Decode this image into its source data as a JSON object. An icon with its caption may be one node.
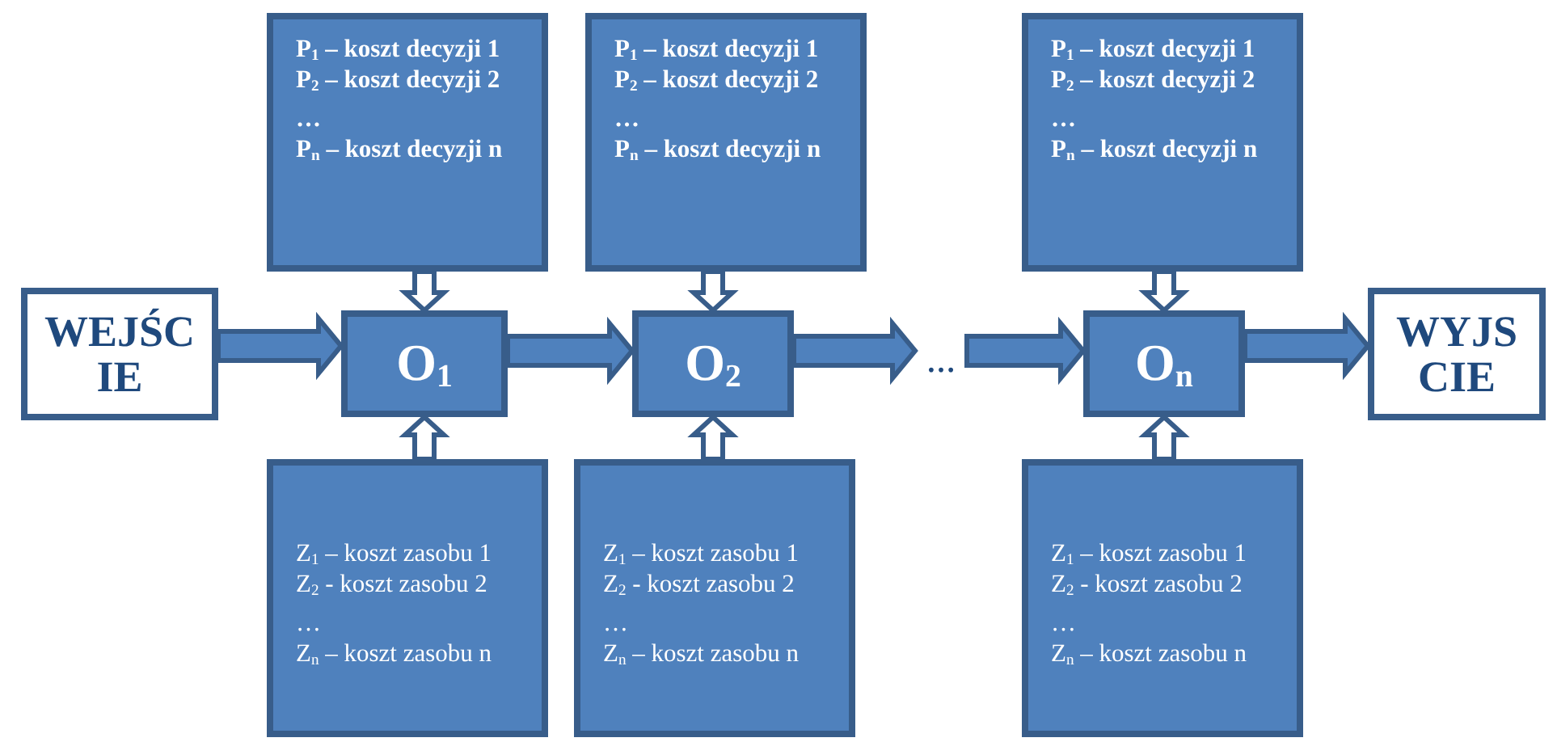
{
  "diagram": {
    "nodes": [
      {
        "text": [
          "WEJŚC IE"
        ]
      },
      {
        "text": [
          "P$_{1}$ – koszt decyzji 1",
          "P$_{2}$ – koszt decyzji 2",
          "…",
          "P$_{n}$ – koszt decyzji n"
        ]
      },
      {
        "text": [
          "O$_{1}$"
        ]
      },
      {
        "text": [
          "Z$_{1}$ – koszt zasobu 1",
          "Z$_{2}$ - koszt zasobu 2",
          "…",
          "Z$_{n}$ – koszt zasobu n"
        ]
      },
      {
        "text": [
          "P$_{1}$ – koszt decyzji 1",
          "P$_{2}$ – koszt decyzji 2",
          "…",
          "P$_{n}$ – koszt decyzji n"
        ]
      },
      {
        "text": [
          "O$_{2}$"
        ]
      },
      {
        "text": [
          "Z$_{1}$ – koszt zasobu 1",
          "Z$_{2}$ - koszt zasobu 2",
          "…",
          "Z$_{n}$ – koszt zasobu n"
        ]
      },
      {
        "text": [
          "…"
        ]
      },
      {
        "text": [
          "P$_{1}$ – koszt decyzji 1",
          "P$_{2}$ – koszt decyzji 2",
          "…",
          "P$_{n}$ – koszt decyzji n"
        ]
      },
      {
        "text": [
          "O$_{n}$"
        ]
      },
      {
        "text": [
          "Z$_{1}$ – koszt zasobu 1",
          "Z$_{2}$ - koszt zasobu 2",
          "…",
          "Z$_{n}$ – koszt zasobu n"
        ]
      },
      {
        "text": [
          "WYJS CIE"
        ]
      }
    ],
    "edges": [
      {
        "from": 0,
        "to": 2,
        "arrow": "to"
      },
      {
        "from": 1,
        "to": 2,
        "arrow": "to",
        "color": "#ffffff"
      },
      {
        "from": 3,
        "to": 2,
        "arrow": "to",
        "color": "#ffffff"
      },
      {
        "from": 2,
        "to": 5,
        "arrow": "to"
      },
      {
        "from": 4,
        "to": 5,
        "arrow": "to",
        "color": "#ffffff"
      },
      {
        "from": 6,
        "to": 5,
        "arrow": "to",
        "color": "#ffffff"
      },
      {
        "from": 5,
        "to": 7,
        "arrow": "to"
      },
      {
        "from": 7,
        "to": 9,
        "arrow": "to"
      },
      {
        "from": 8,
        "to": 9,
        "arrow": "to",
        "color": "#ffffff"
      },
      {
        "from": 10,
        "to": 9,
        "arrow": "to",
        "color": "#ffffff"
      },
      {
        "from": 9,
        "to": 11,
        "arrow": "to"
      }
    ]
  }
}
